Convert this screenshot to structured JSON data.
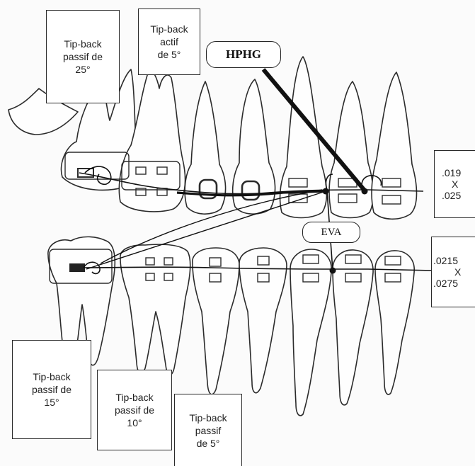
{
  "annotations": {
    "upper_first_molar": [
      "Tip-back",
      "passif de",
      "25°"
    ],
    "upper_second_premolar": [
      "Tip-back",
      "actif",
      "de 5°"
    ],
    "lower_first_molar": [
      "Tip-back",
      "passif de",
      "15°"
    ],
    "lower_second_premolar": [
      "Tip-back",
      "passif de",
      "10°"
    ],
    "lower_first_premolar": [
      "Tip-back",
      "passif",
      "de 5°"
    ]
  },
  "appliances": {
    "headgear_label": "HPHG",
    "elastic_label": "EVA"
  },
  "wires": {
    "upper": [
      "019",
      "X",
      ".025"
    ],
    "upper_prefix": ".",
    "lower": [
      ".0215",
      "X",
      ".0275"
    ]
  }
}
